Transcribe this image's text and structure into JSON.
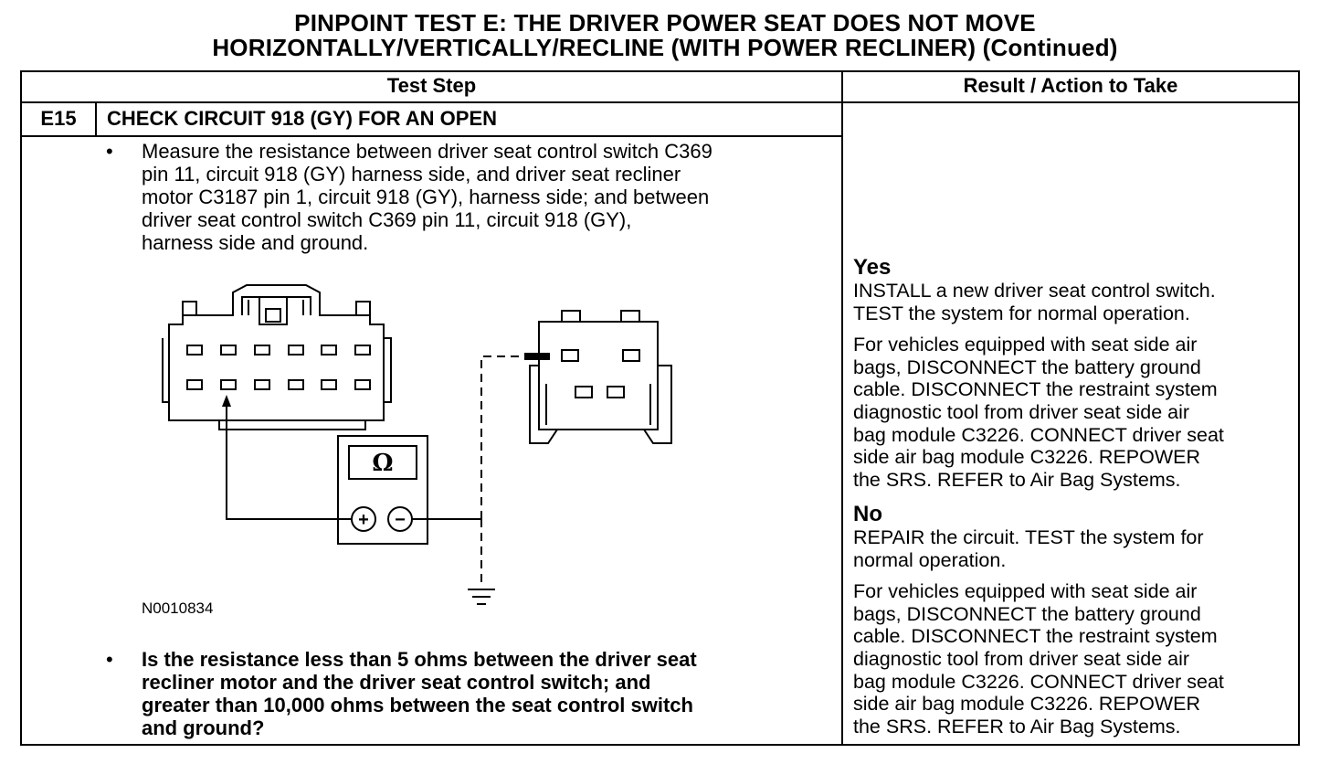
{
  "title": {
    "line1": "PINPOINT TEST  E: THE DRIVER POWER SEAT DOES NOT MOVE",
    "line2": "HORIZONTALLY/VERTICALLY/RECLINE (WITH POWER RECLINER) (Continued)"
  },
  "table": {
    "col_test_step": "Test Step",
    "col_result": "Result / Action to Take"
  },
  "step": {
    "id": "E15",
    "title": "CHECK CIRCUIT 918 (GY) FOR AN OPEN",
    "bullet_char": "•",
    "instruction_lines": [
      "Measure the resistance between driver seat control switch C369",
      "pin 11, circuit 918 (GY) harness side, and driver seat recliner",
      "motor C3187 pin 1, circuit 918 (GY), harness side; and between",
      "driver seat control switch C369 pin 11, circuit 918  (GY),",
      "harness side and ground."
    ],
    "figure_id": "N0010834",
    "meter_symbol": "Ω",
    "plus": "+",
    "minus": "−",
    "question_lines": [
      "Is the resistance less than 5 ohms between the driver seat",
      "recliner motor and the driver seat control switch; and",
      "greater than 10,000 ohms between the seat control switch",
      "and ground?"
    ]
  },
  "results": {
    "yes": {
      "label": "Yes",
      "action_lines": [
        "INSTALL a new driver seat control switch.",
        "TEST the system for normal operation."
      ],
      "note_lines": [
        "For vehicles equipped with seat side air",
        "bags, DISCONNECT the battery ground",
        "cable. DISCONNECT the restraint system",
        "diagnostic tool from driver seat side air",
        "bag module C3226. CONNECT driver seat",
        "side air bag module C3226. REPOWER",
        "the SRS.  REFER to Air Bag Systems."
      ]
    },
    "no": {
      "label": "No",
      "action_lines": [
        "REPAIR the circuit. TEST the system for",
        "normal operation."
      ],
      "note_lines": [
        "For vehicles equipped with seat side air",
        "bags, DISCONNECT the battery ground",
        "cable. DISCONNECT the restraint system",
        "diagnostic tool from driver seat side air",
        "bag module C3226. CONNECT driver seat",
        "side air bag module C3226. REPOWER",
        "the SRS.  REFER to Air Bag Systems."
      ]
    }
  }
}
